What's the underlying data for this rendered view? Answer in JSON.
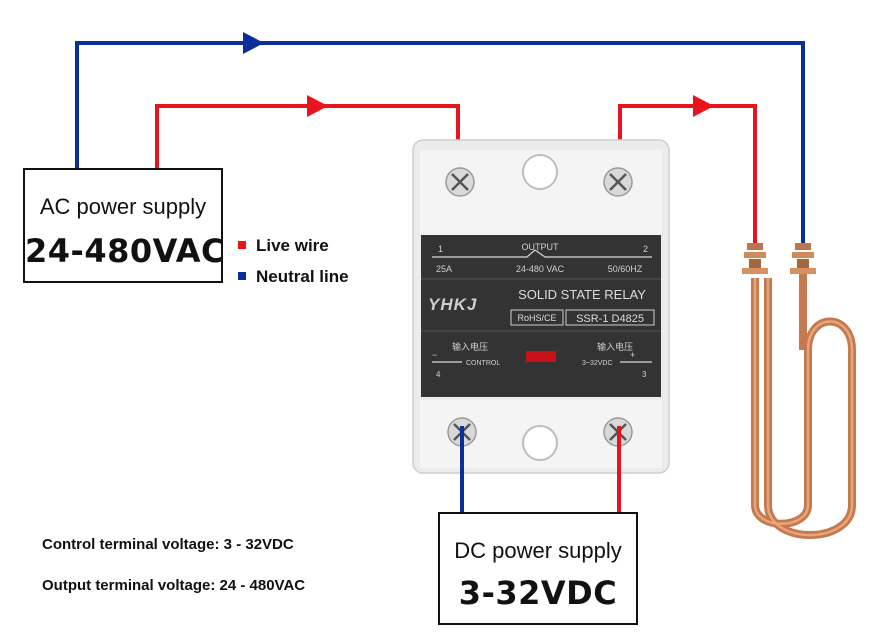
{
  "ac_supply": {
    "title": "AC power supply",
    "value": "24-480VAC"
  },
  "dc_supply": {
    "title": "DC power supply",
    "value": "3-32VDC"
  },
  "legend": {
    "live": "Live wire",
    "neutral": "Neutral line"
  },
  "colors": {
    "live": "#e8141c",
    "neutral": "#0b2e9b",
    "relay_body": "#eaeaea",
    "relay_panel": "#3a3a3a",
    "heater": "#c47a4e"
  },
  "relay": {
    "pin1": "1",
    "pin2": "2",
    "pin3": "3",
    "pin4": "4",
    "output_label": "OUTPUT",
    "rating": "25A",
    "output_voltage": "24-480 VAC",
    "frequency": "50/60HZ",
    "brand": "YHKJ",
    "name": "SOLID STATE RELAY",
    "certs": "RoHS/CE",
    "model": "SSR-1 D4825",
    "input_cn_left": "输入电压",
    "input_cn_right": "输入电压",
    "control_label": "CONTROL",
    "input_range": "3~32VDC"
  },
  "notes": {
    "control": "Control terminal voltage: 3 - 32VDC",
    "output": "Output terminal voltage: 24 - 480VAC"
  }
}
